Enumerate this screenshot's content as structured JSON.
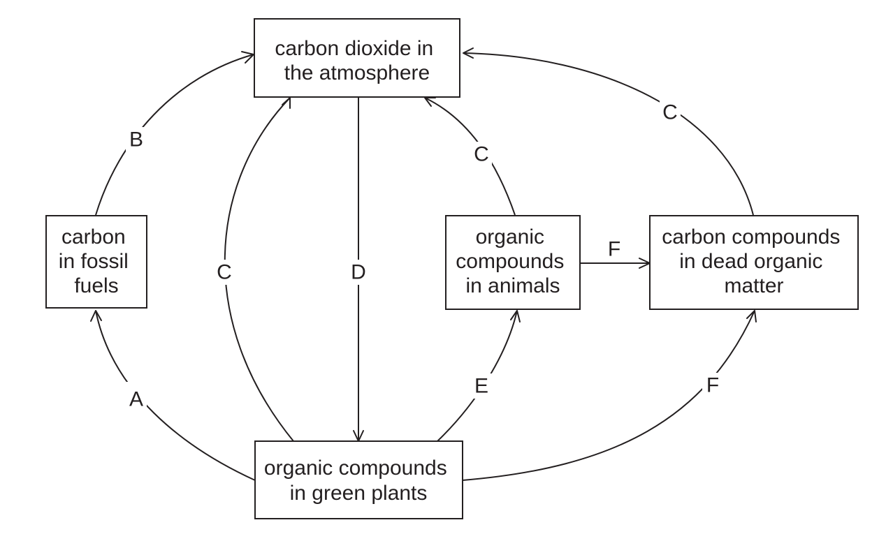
{
  "nodes": {
    "atmosphere": {
      "lines": [
        "carbon dioxide in",
        "the atmosphere"
      ]
    },
    "fossil": {
      "lines": [
        "carbon",
        "in fossil",
        "fuels"
      ]
    },
    "animals": {
      "lines": [
        "organic",
        "compounds",
        "in animals"
      ]
    },
    "dead": {
      "lines": [
        "carbon compounds",
        "in dead organic",
        "matter"
      ]
    },
    "plants": {
      "lines": [
        "organic compounds",
        "in green plants"
      ]
    }
  },
  "edges": [
    {
      "id": "plants-to-fossil",
      "from": "plants",
      "to": "fossil",
      "label": "A"
    },
    {
      "id": "fossil-to-atmosphere",
      "from": "fossil",
      "to": "atmosphere",
      "label": "B"
    },
    {
      "id": "plants-to-atmosphere",
      "from": "plants",
      "to": "atmosphere",
      "label": "C"
    },
    {
      "id": "atmosphere-to-plants",
      "from": "atmosphere",
      "to": "plants",
      "label": "D"
    },
    {
      "id": "animals-to-atmosphere",
      "from": "animals",
      "to": "atmosphere",
      "label": "C"
    },
    {
      "id": "dead-to-atmosphere",
      "from": "dead",
      "to": "atmosphere",
      "label": "C"
    },
    {
      "id": "plants-to-animals",
      "from": "plants",
      "to": "animals",
      "label": "E"
    },
    {
      "id": "animals-to-dead",
      "from": "animals",
      "to": "dead",
      "label": "F"
    },
    {
      "id": "plants-to-dead",
      "from": "plants",
      "to": "dead",
      "label": "F"
    }
  ]
}
